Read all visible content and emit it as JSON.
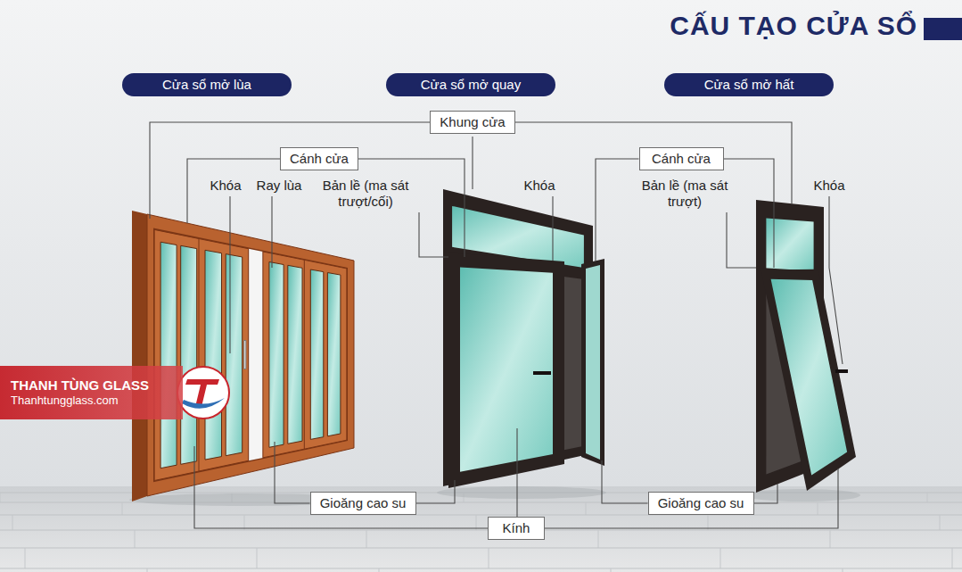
{
  "diagram": {
    "title": "CẤU TẠO CỬA SỔ",
    "nodes": [
      {
        "text": [
          "Cửa sổ mở lùa"
        ]
      },
      {
        "text": [
          "Cửa sổ mở quay"
        ]
      },
      {
        "text": [
          "Cửa sổ mở hất"
        ]
      },
      {
        "text": [
          "Khung cửa"
        ]
      },
      {
        "text": [
          "Cánh cửa"
        ]
      },
      {
        "text": [
          "Cánh cửa"
        ]
      },
      {
        "text": [
          "Gioăng cao su"
        ]
      },
      {
        "text": [
          "Kính"
        ]
      },
      {
        "text": [
          "Gioăng cao su"
        ]
      },
      {
        "text": [
          "THANH TÙNG GLASS",
          "Thanhtungglass.com"
        ]
      }
    ],
    "labels": [
      "Khóa",
      "Ray lùa",
      "Bản lề (ma sát trượt/cối)",
      "Khóa",
      "Bản lề (ma sát trượt)",
      "Khóa"
    ]
  }
}
